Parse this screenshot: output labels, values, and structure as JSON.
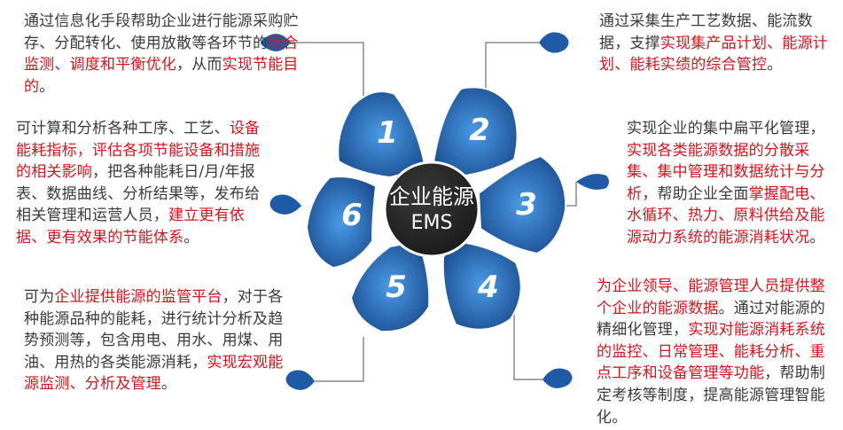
{
  "center": {
    "title": "企业能源",
    "subtitle": "EMS"
  },
  "petals": [
    {
      "id": "petal-1",
      "number": "1"
    },
    {
      "id": "petal-2",
      "number": "2"
    },
    {
      "id": "petal-3",
      "number": "3"
    },
    {
      "id": "petal-4",
      "number": "4"
    },
    {
      "id": "petal-5",
      "number": "5"
    },
    {
      "id": "petal-6",
      "number": "6"
    }
  ],
  "colors": {
    "petal_dark": "#1a4c8f",
    "petal_light": "#3b8ad8",
    "hub": "#262626",
    "highlight": "#d9141c",
    "text": "#3a3a3a",
    "connector": "#8a8a8a"
  },
  "descriptions": {
    "d1": {
      "p1": "通过信息化手段帮助企业进行能源采购贮存、分配转化、使用放散等各环节的",
      "h1": "综合监测、调度和平衡优化",
      "p2": "，从而",
      "h2": "实现节能目的",
      "p3": "。"
    },
    "d2": {
      "p1": "通过采集生产工艺数据、能流数据，支撑",
      "h1": "实现集产品计划、能源计划、能耗实绩的综合管控",
      "p2": "。"
    },
    "d3": {
      "p1": "实现企业的集中扁平化管理，",
      "h1": "实现各类能源数据的分散采集、集中管理和数据统计与分析",
      "p2": "，帮助企业全面",
      "h2": "掌握配电、水循环、热力、原料供给及能源动力系统的能源消耗状况",
      "p3": "。"
    },
    "d4": {
      "h1": "为企业领导、能源管理人员提供整个企业的能源数据",
      "p1": "。通过对能源的精细化管理，",
      "h2": "实现对能源消耗系统的监控、日常管理、能耗分析、重点工序和设备管理等功能",
      "p2": "，帮助制定考核等制度，提高能源管理智能化。"
    },
    "d5": {
      "p1": "可为",
      "h1": "企业提供能源的监管平台",
      "p2": "，对于各种能源品种的能耗，进行统计分析及趋势预测等，包含用电、用水、用煤、用油、用热的各类能源消耗，",
      "h2": "实现宏观能源监测、分析及管理",
      "p3": "。"
    },
    "d6": {
      "p1": "可计算和分析各种工序、工艺、",
      "h1": "设备能耗指标，评估各项节能设备和措施的相关影响",
      "p2": "，把各种能耗日/月/年报表、数据曲线、分析结果等，发布给相关管理和运营人员，",
      "h2": "建立更有依据、更有效果的节能体系",
      "p3": "。"
    }
  }
}
